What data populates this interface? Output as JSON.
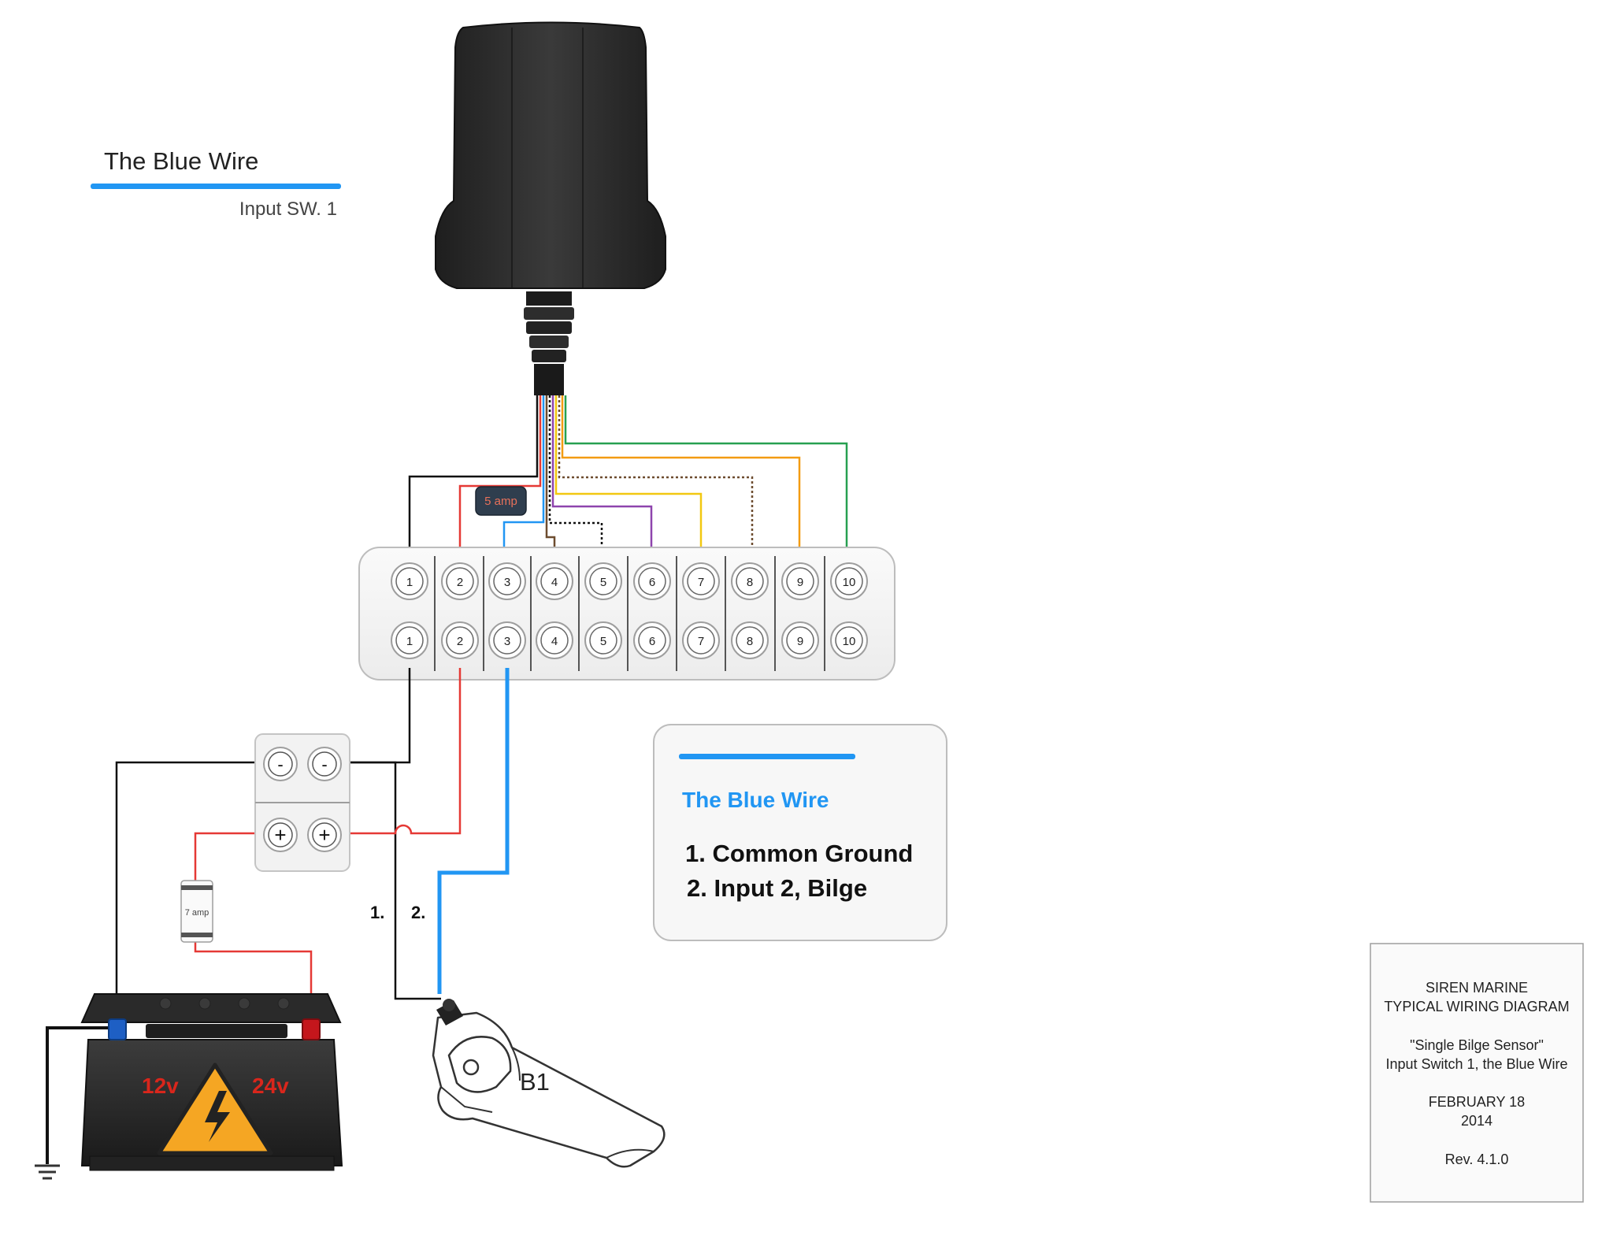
{
  "header": {
    "title": "The Blue Wire",
    "subtitle": "Input SW. 1"
  },
  "terminal_block": {
    "top_labels": [
      "1",
      "2",
      "3",
      "4",
      "5",
      "6",
      "7",
      "8",
      "9",
      "10"
    ],
    "bottom_labels": [
      "1",
      "2",
      "3",
      "4",
      "5",
      "6",
      "7",
      "8",
      "9",
      "10"
    ]
  },
  "fuse_inline": {
    "label": "5 amp"
  },
  "fuse_battery": {
    "label": "7 amp"
  },
  "bus_bar": {
    "negative_symbol": "-",
    "positive_symbol": "+"
  },
  "battery": {
    "voltage_left": "12v",
    "voltage_right": "24v"
  },
  "wire_labels": {
    "wire_1": "1.",
    "wire_2": "2."
  },
  "sensor": {
    "label": "B1"
  },
  "legend": {
    "title": "The Blue Wire",
    "item_1": "1. Common Ground",
    "item_2": "2. Input 2, Bilge"
  },
  "title_block": {
    "line_1": "SIREN MARINE",
    "line_2": "TYPICAL WIRING DIAGRAM",
    "line_3": "\"Single Bilge Sensor\"",
    "line_4": "Input Switch 1, the Blue Wire",
    "line_5": "FEBRUARY 18",
    "line_6": "2014",
    "line_7": "Rev. 4.1.0"
  },
  "colors": {
    "blue_wire": "#2196f3",
    "red_wire": "#e53935",
    "black_wire": "#111111",
    "brown_wire": "#6d4c2f",
    "purple_wire": "#8e44ad",
    "yellow_wire": "#f2c811",
    "orange_wire": "#f39c12",
    "green_wire": "#27a050",
    "device_body": "#2b2b2b",
    "legend_title": "#2196f3"
  }
}
